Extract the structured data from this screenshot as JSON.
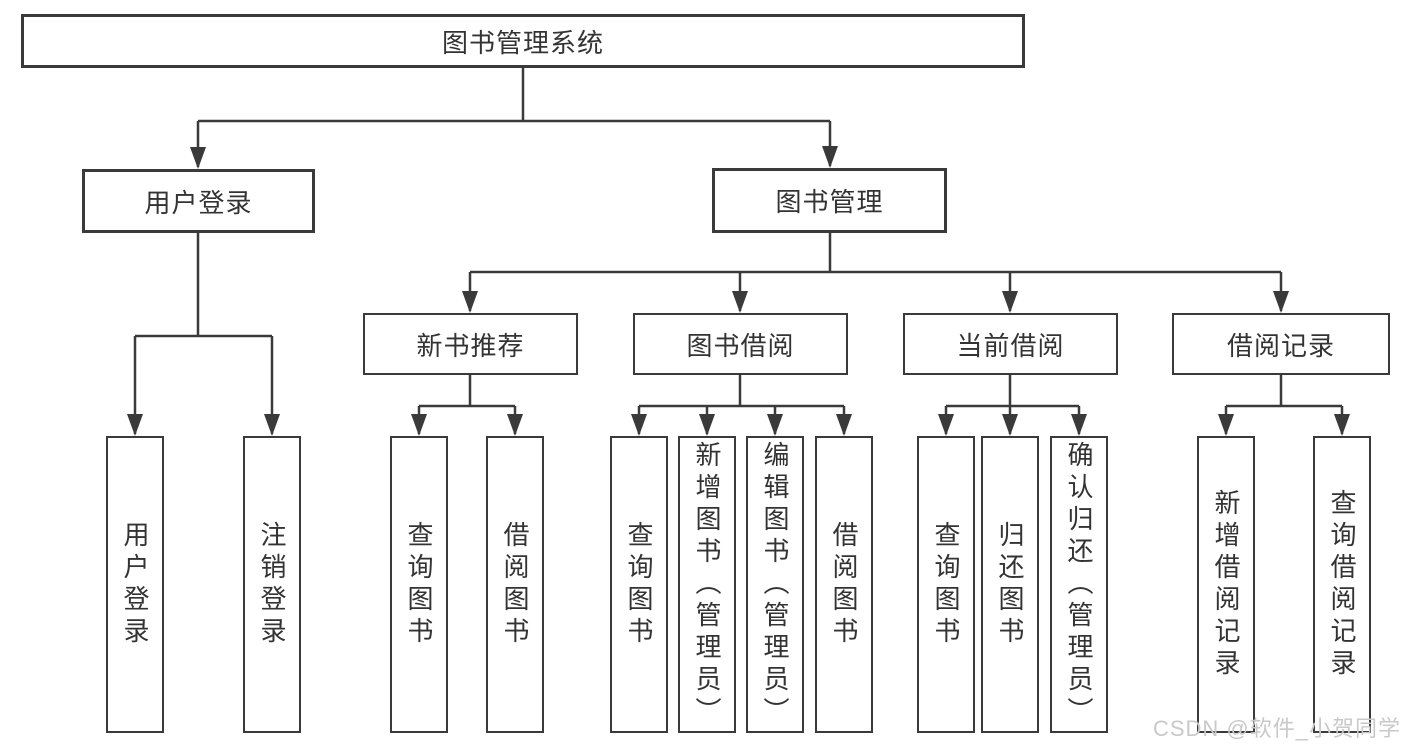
{
  "tree": {
    "label": "图书管理系统",
    "children": [
      {
        "label": "用户登录",
        "children": [
          {
            "label": "用户登录"
          },
          {
            "label": "注销登录"
          }
        ]
      },
      {
        "label": "图书管理",
        "children": [
          {
            "label": "新书推荐",
            "children": [
              {
                "label": "查询图书"
              },
              {
                "label": "借阅图书"
              }
            ]
          },
          {
            "label": "图书借阅",
            "children": [
              {
                "label": "查询图书"
              },
              {
                "label": "新增图书（管理员）"
              },
              {
                "label": "编辑图书（管理员）"
              },
              {
                "label": "借阅图书"
              }
            ]
          },
          {
            "label": "当前借阅",
            "children": [
              {
                "label": "查询图书"
              },
              {
                "label": "归还图书"
              },
              {
                "label": "确认归还（管理员）"
              }
            ]
          },
          {
            "label": "借阅记录",
            "children": [
              {
                "label": "新增借阅记录"
              },
              {
                "label": "查询借阅记录"
              }
            ]
          }
        ]
      }
    ]
  },
  "watermark": {
    "text": "CSDN @软件_小贺同学"
  },
  "colors": {
    "line": "#3a3a3a",
    "box_border": "#3a3a3a",
    "text": "#333333",
    "watermark": "#c9c9c9",
    "background": "#ffffff"
  }
}
